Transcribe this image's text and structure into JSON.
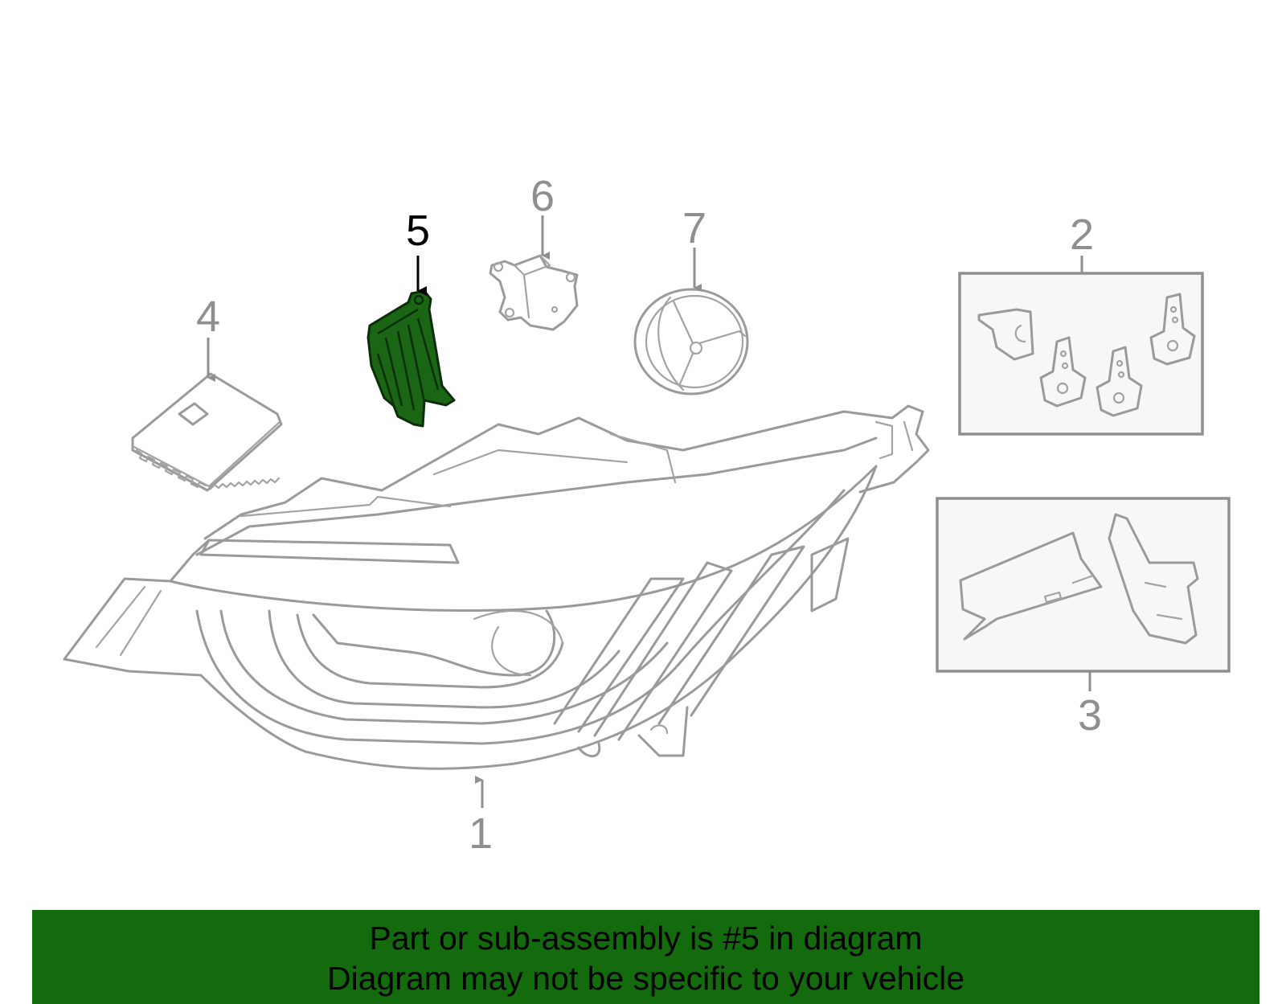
{
  "callouts": {
    "c1": "1",
    "c2": "2",
    "c3": "3",
    "c4": "4",
    "c5": "5",
    "c6": "6",
    "c7": "7"
  },
  "highlighted_part": "5",
  "colors": {
    "highlight_fill": "#1a6614",
    "banner_background": "#136b0d",
    "line_art": "#9a9a9a"
  },
  "banner": {
    "line1": "Part or sub-assembly is #5 in diagram",
    "line2": "Diagram may not be specific to your vehicle"
  }
}
